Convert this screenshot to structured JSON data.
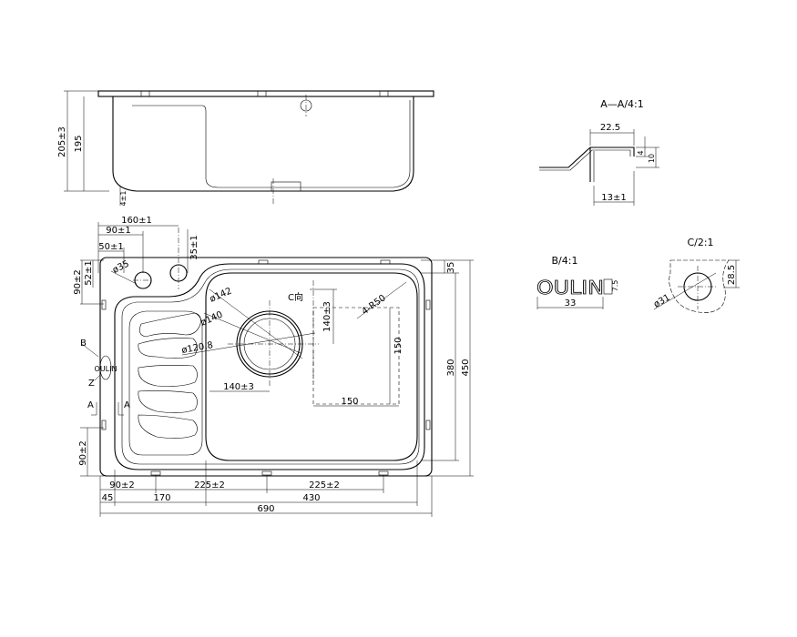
{
  "side_view": {
    "dims": {
      "overall_depth": "205±3",
      "bowl_depth": "195",
      "drain_offset": "4±1"
    }
  },
  "plan_view": {
    "dims": {
      "tap_offset": "160±1",
      "hole_offset_a": "90±1",
      "hole_offset_b": "50±1",
      "hole_dia": "ø35",
      "hole_top": "35±1",
      "left_90": "90±2",
      "left_52": "52±1",
      "radius_142": "ø142",
      "radius_140": "ø140",
      "radius_120": "ø120.8",
      "c_view_label": "C向",
      "drain_140_v": "140±3",
      "corner_radius": "4-R50",
      "drain_150_v": "150",
      "drain_140_h": "140±3",
      "drain_150_h": "150",
      "top_35": "35",
      "inner_height": "380",
      "outer_height": "450",
      "left_bottom_90": "90±2",
      "bottom_90": "90±2",
      "bottom_225_a": "225±2",
      "bottom_225_b": "225±2",
      "seg_45": "45",
      "seg_170": "170",
      "seg_430": "430",
      "overall_width": "690"
    },
    "markers": {
      "b": "B",
      "z": "Z",
      "a_left": "A",
      "a_right": "A"
    }
  },
  "section_aa": {
    "title": "A—A/4:1",
    "dims": {
      "top": "22.5",
      "h1": "4",
      "h2": "10",
      "bottom": "13±1"
    }
  },
  "detail_b": {
    "title": "B/4:1",
    "logo": "OULIN",
    "dims": {
      "width": "33",
      "height": "7.5"
    }
  },
  "detail_c": {
    "title": "C/2:1",
    "dims": {
      "dia": "ø31",
      "height": "28.5"
    }
  }
}
